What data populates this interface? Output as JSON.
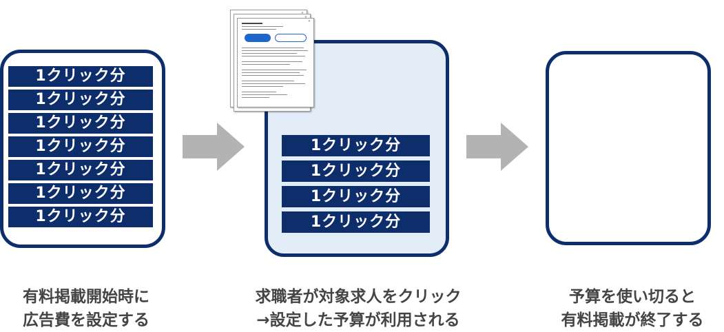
{
  "steps": [
    {
      "clicks": [
        "1クリック分",
        "1クリック分",
        "1クリック分",
        "1クリック分",
        "1クリック分",
        "1クリック分",
        "1クリック分"
      ],
      "caption_line1": "有料掲載開始時に",
      "caption_line2": "広告費を設定する"
    },
    {
      "clicks": [
        "1クリック分",
        "1クリック分",
        "1クリック分",
        "1クリック分"
      ],
      "caption_line1": "求職者が対象求人をクリック",
      "caption_line2": "→設定した予算が利用される"
    },
    {
      "clicks": [],
      "caption_line1": "予算を使い切ると",
      "caption_line2": "有料掲載が終了する"
    }
  ],
  "colors": {
    "navy": "#0d2d6b",
    "panel_fill": "#e2edf8",
    "arrow": "#b3b3b3",
    "caption": "#444444"
  },
  "icons": [
    "right-arrow-icon",
    "job-posting-document-icon"
  ]
}
